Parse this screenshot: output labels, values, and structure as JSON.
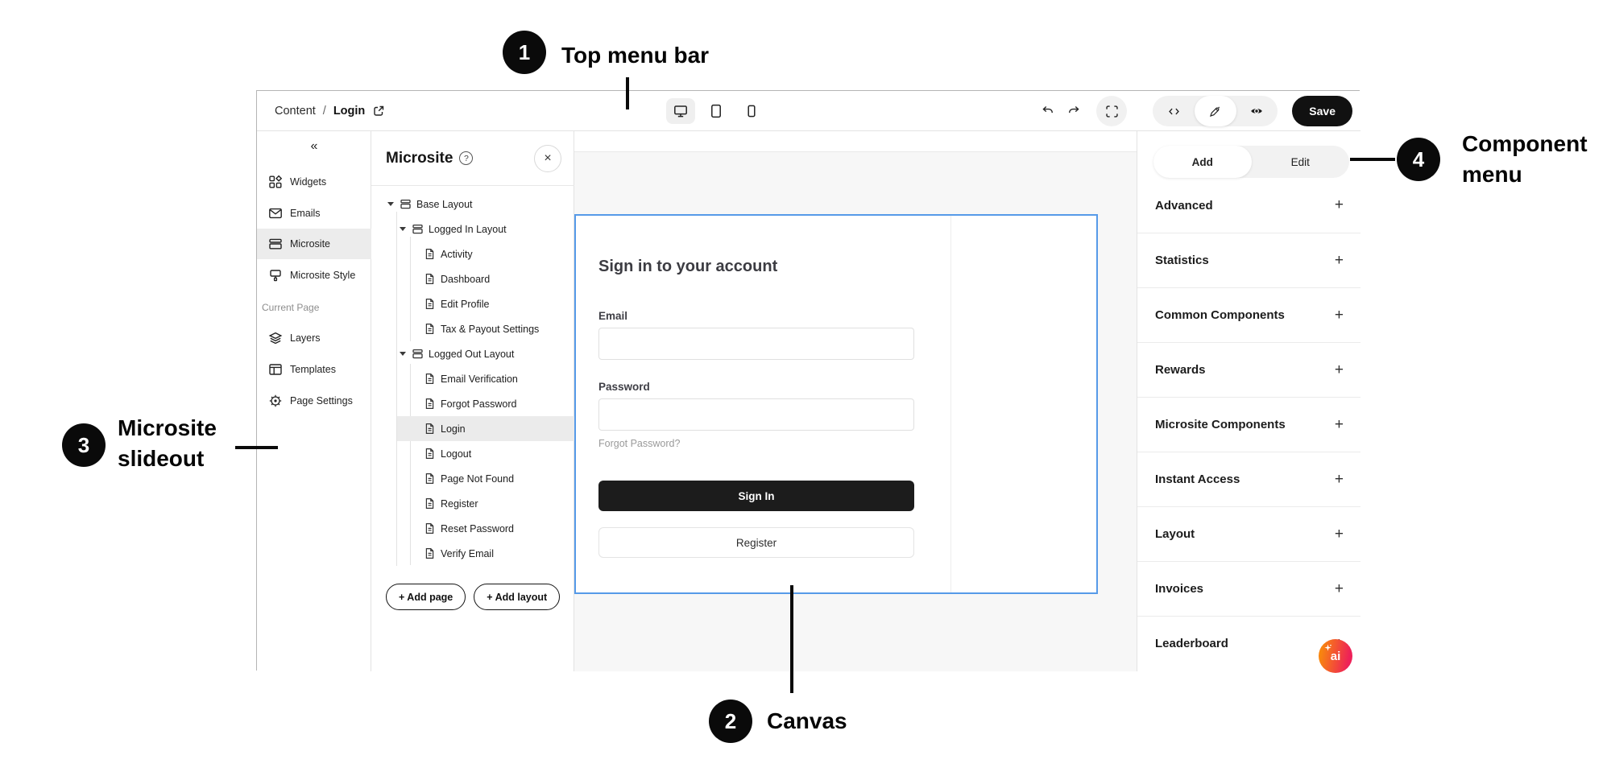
{
  "callouts": {
    "one": {
      "number": "1",
      "label": "Top menu bar"
    },
    "two": {
      "number": "2",
      "label": "Canvas"
    },
    "three": {
      "number": "3",
      "label_line1": "Microsite",
      "label_line2": "slideout"
    },
    "four": {
      "number": "4",
      "label_line1": "Component",
      "label_line2": "menu"
    }
  },
  "topbar": {
    "breadcrumb": {
      "section": "Content",
      "separator": "/",
      "page": "Login"
    },
    "save_label": "Save"
  },
  "sidebar": {
    "collapse_glyph": "«",
    "items": [
      {
        "label": "Widgets"
      },
      {
        "label": "Emails"
      },
      {
        "label": "Microsite"
      },
      {
        "label": "Microsite Style"
      }
    ],
    "section_label": "Current Page",
    "page_items": [
      {
        "label": "Layers"
      },
      {
        "label": "Templates"
      },
      {
        "label": "Page Settings"
      }
    ]
  },
  "microsite_panel": {
    "title": "Microsite",
    "help_glyph": "?",
    "close_glyph": "×",
    "tree": [
      {
        "label": "Base Layout"
      },
      {
        "label": "Logged In Layout"
      },
      {
        "label": "Activity"
      },
      {
        "label": "Dashboard"
      },
      {
        "label": "Edit Profile"
      },
      {
        "label": "Tax & Payout Settings"
      },
      {
        "label": "Logged Out Layout"
      },
      {
        "label": "Email Verification"
      },
      {
        "label": "Forgot Password"
      },
      {
        "label": "Login"
      },
      {
        "label": "Logout"
      },
      {
        "label": "Page Not Found"
      },
      {
        "label": "Register"
      },
      {
        "label": "Reset Password"
      },
      {
        "label": "Verify Email"
      }
    ],
    "add_page_label": "+ Add page",
    "add_layout_label": "+ Add layout"
  },
  "canvas": {
    "heading": "Sign in to your account",
    "email_label": "Email",
    "email_value": "",
    "password_label": "Password",
    "password_value": "",
    "forgot_password_link": "Forgot Password?",
    "sign_in_label": "Sign In",
    "register_label": "Register"
  },
  "component_menu": {
    "tabs": [
      {
        "label": "Add"
      },
      {
        "label": "Edit"
      }
    ],
    "expand_glyph": "+",
    "sections": [
      {
        "label": "Advanced"
      },
      {
        "label": "Statistics"
      },
      {
        "label": "Common Components"
      },
      {
        "label": "Rewards"
      },
      {
        "label": "Microsite Components"
      },
      {
        "label": "Instant Access"
      },
      {
        "label": "Layout"
      },
      {
        "label": "Invoices"
      },
      {
        "label": "Leaderboard"
      }
    ]
  },
  "ai_badge_label": "ai",
  "colors": {
    "selection_blue": "#569ae8",
    "accent_black": "#111111",
    "badge_gradient_start": "#f8850f",
    "badge_gradient_end": "#ee2158"
  }
}
